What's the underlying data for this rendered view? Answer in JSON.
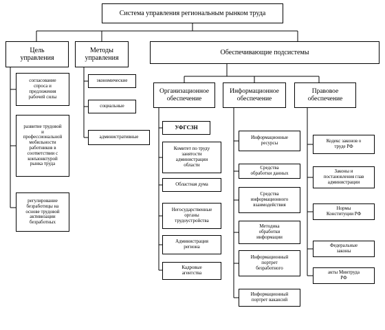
{
  "root": {
    "label": "Система управления региональным рынком труда"
  },
  "goals": {
    "label": "Цель\nуправления",
    "items": [
      "согласование\nспроса и\nпредложения\nрабочей силы",
      "развитие трудовой\nи\nпрофессиональной\nмобильности\nработников в\nсоответствии с\nконъюнктурой\nрынка труда",
      "регулирование\nбезработицы на\nоснове трудовой\nактивизации\nбезработных"
    ]
  },
  "methods": {
    "label": "Методы\nуправления",
    "items": [
      "экономические",
      "социальные",
      "административные"
    ]
  },
  "subsystems": {
    "label": "Обеспечивающие подсистемы",
    "organizational": {
      "label": "Организационное\nобеспечение",
      "items": [
        "УФГСЗН",
        "Комитет по труду\nзанятости\nадминистрации\nобласти",
        "Областная дума",
        "Негосударственные\nорганы\nтрудоустройства",
        "Администрация\nрегиона",
        "Кадровые\nагентства"
      ]
    },
    "informational": {
      "label": "Информационное\nобеспечение",
      "items": [
        "Информационные\nресурсы",
        "Средства\nобработки данных",
        "Средства\nинформационного\nвзаимодействия",
        "Методика\nобработки\nинформации",
        "Информационный\nпортрет\nбезработного",
        "Информационный\nпортрет вакансий"
      ]
    },
    "legal": {
      "label": "Правовое\nобеспечение",
      "items": [
        "Кодекс законов о\nтруде РФ",
        "Законы и\nпостановления глав\nадминистрации",
        "Нормы\nКонституции РФ",
        "Федеральные\nзаконы",
        "акты Минтруда\nРФ"
      ]
    }
  }
}
